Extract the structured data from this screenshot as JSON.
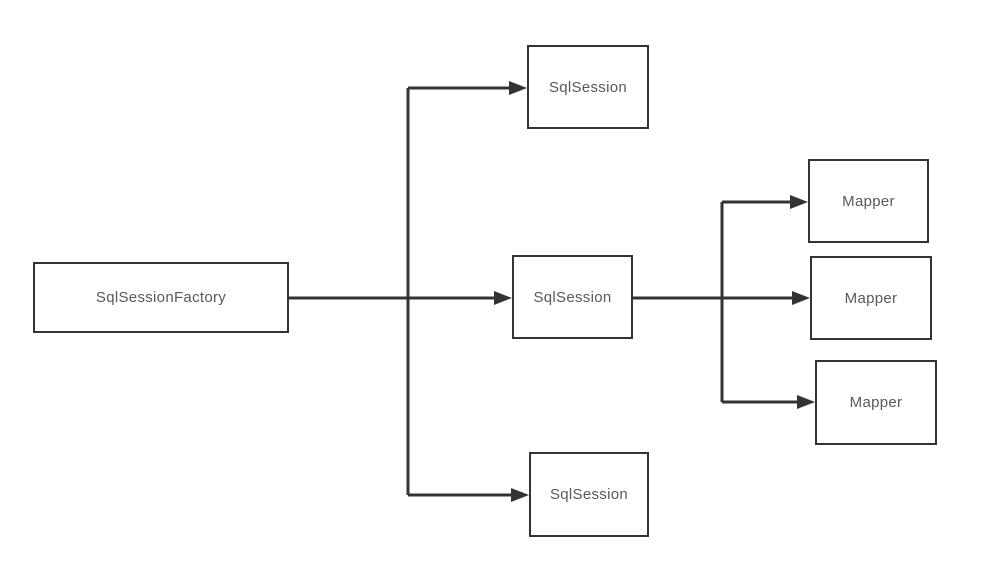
{
  "diagram": {
    "colors": {
      "background": "#ffffff",
      "line": "#333333",
      "node_border": "#333333",
      "node_background": "#ffffff",
      "text": "#595959"
    },
    "nodes": [
      {
        "id": "sqlsessionfactory",
        "label": "SqlSessionFactory"
      },
      {
        "id": "sqlsession-top",
        "label": "SqlSession"
      },
      {
        "id": "sqlsession-middle",
        "label": "SqlSession"
      },
      {
        "id": "sqlsession-bottom",
        "label": "SqlSession"
      },
      {
        "id": "mapper-top",
        "label": "Mapper"
      },
      {
        "id": "mapper-middle",
        "label": "Mapper"
      },
      {
        "id": "mapper-bottom",
        "label": "Mapper"
      }
    ],
    "edges": [
      {
        "from": "sqlsessionfactory",
        "to": "sqlsession-top"
      },
      {
        "from": "sqlsessionfactory",
        "to": "sqlsession-middle"
      },
      {
        "from": "sqlsessionfactory",
        "to": "sqlsession-bottom"
      },
      {
        "from": "sqlsession-middle",
        "to": "mapper-top"
      },
      {
        "from": "sqlsession-middle",
        "to": "mapper-middle"
      },
      {
        "from": "sqlsession-middle",
        "to": "mapper-bottom"
      }
    ]
  }
}
